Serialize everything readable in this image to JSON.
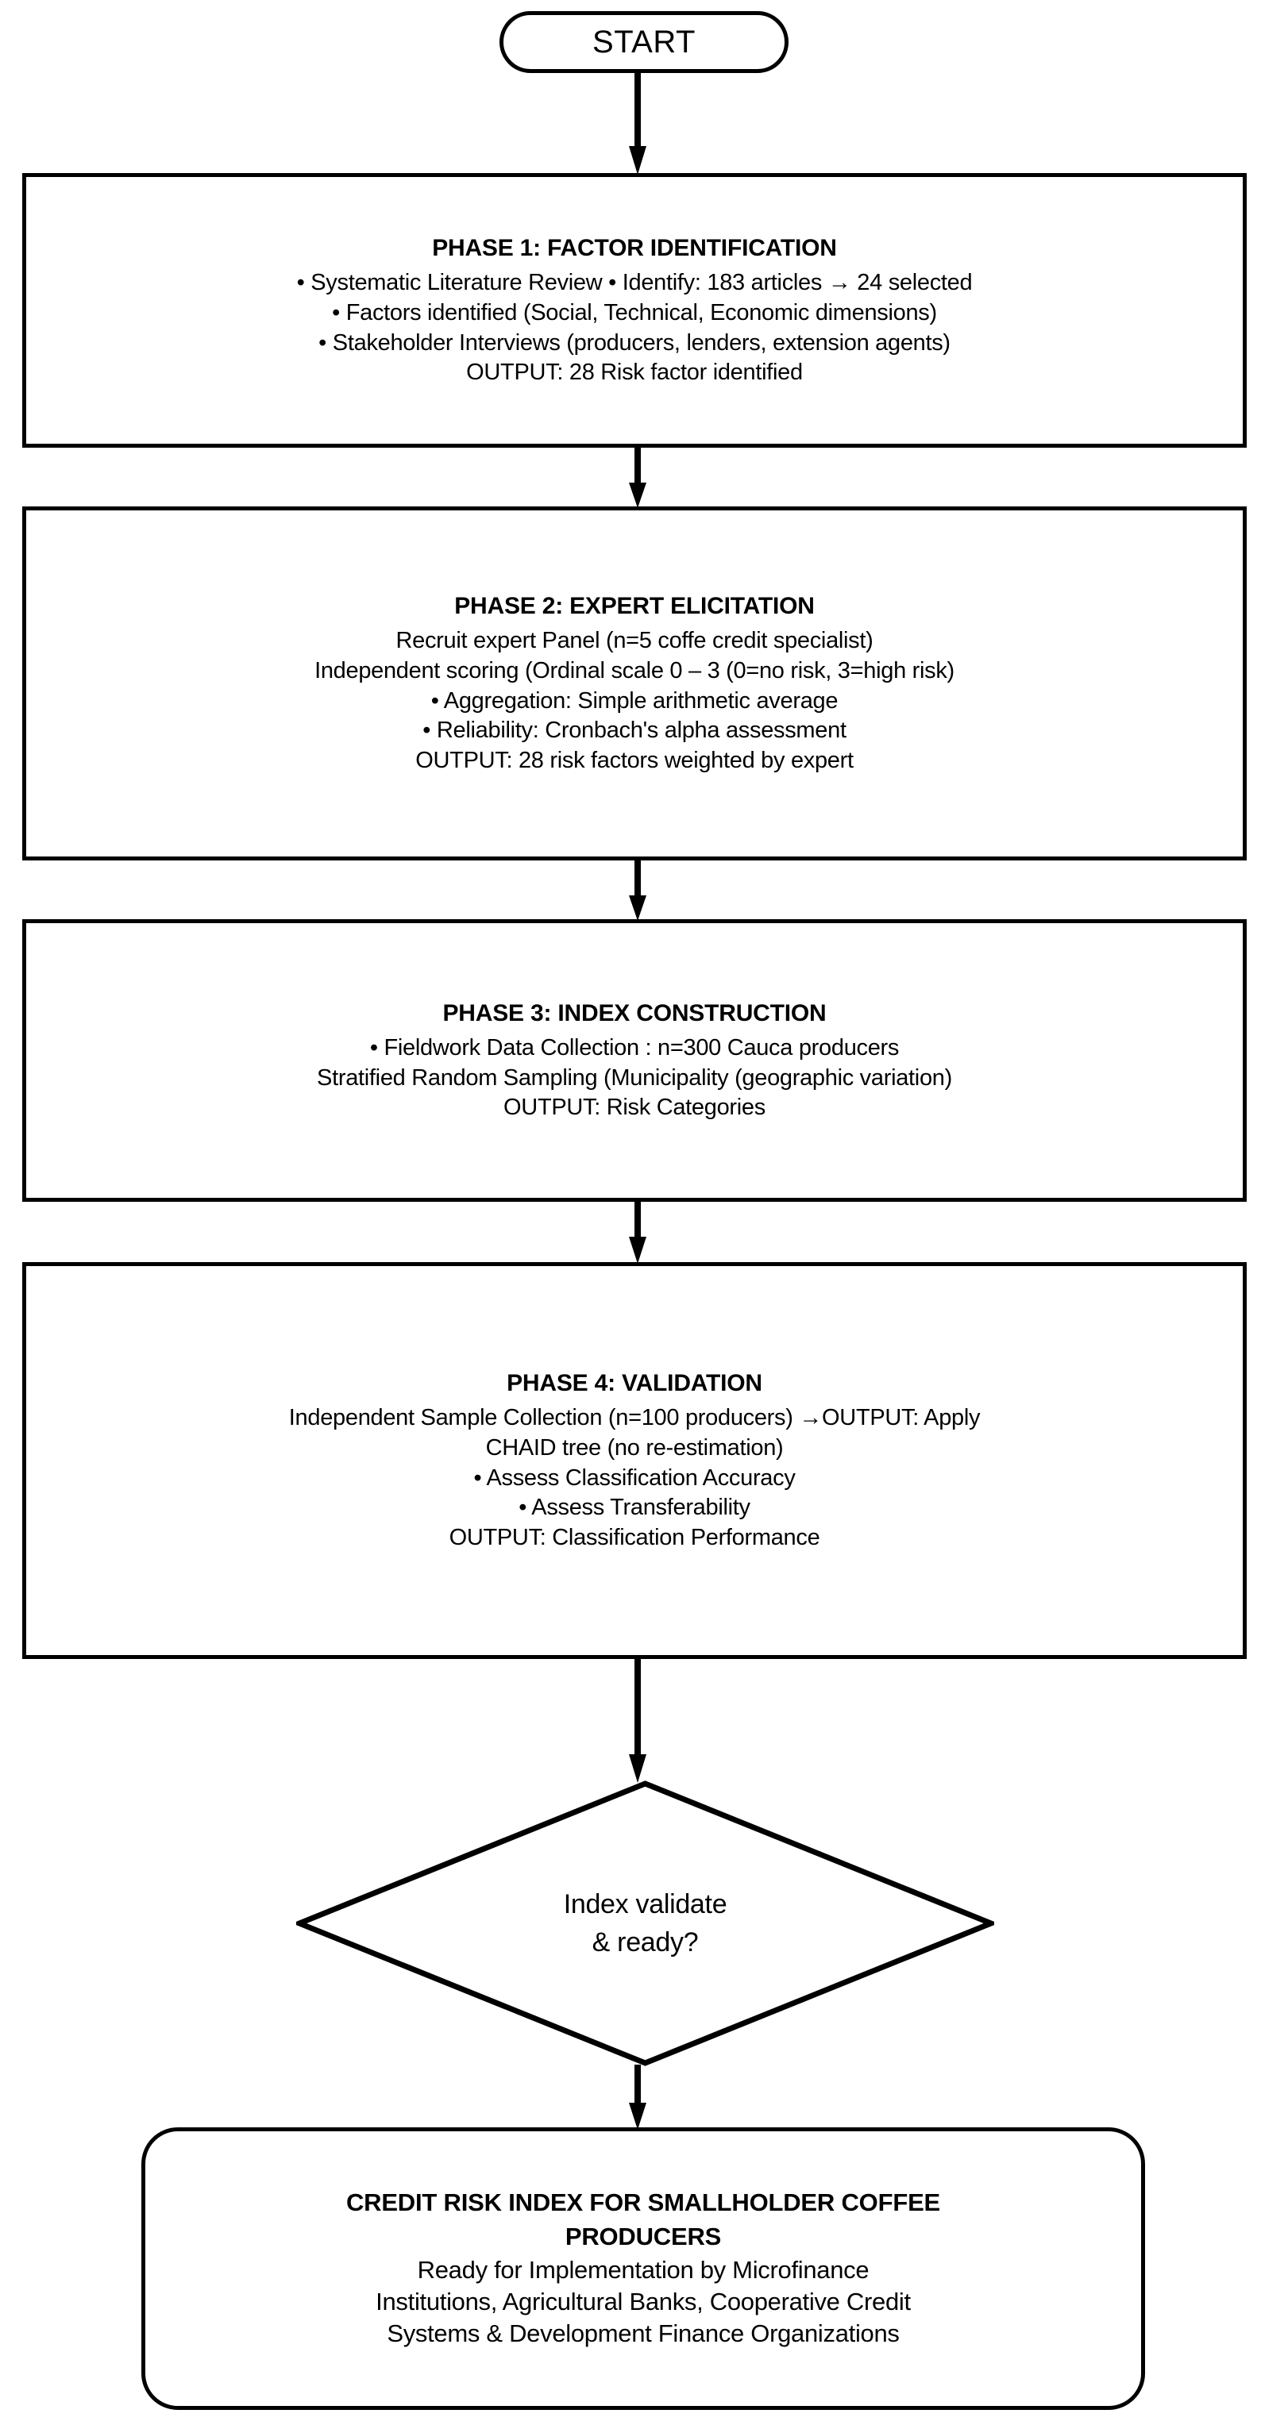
{
  "diagram": {
    "title": "Credit Risk Index Methodology Flowchart",
    "type": "flowchart",
    "orientation": "top-to-bottom",
    "stroke_color": "#000000",
    "fill_color": "#FFFFFF"
  },
  "start": {
    "label": "START",
    "shape": "terminator"
  },
  "phase1": {
    "title": "PHASE 1: FACTOR IDENTIFICATION",
    "lines": [
      "• Systematic Literature Review • Identify: 183 articles → 24 selected",
      "•   Factors identified  (Social, Technical, Economic dimensions)",
      "• Stakeholder Interviews  (producers, lenders, extension agents)",
      "OUTPUT: 28 Risk factor identified"
    ]
  },
  "phase2": {
    "title": "PHASE 2: EXPERT ELICITATION",
    "lines": [
      "Recruit expert Panel (n=5 coffe credit specialist)",
      "Independent scoring  (Ordinal scale 0 – 3 (0=no risk, 3=high risk)",
      "•    Aggregation: Simple arithmetic average",
      "•    Reliability:  Cronbach's alpha assessment",
      "OUTPUT: 28 risk factors weighted by expert"
    ]
  },
  "phase3": {
    "title": "PHASE 3: INDEX CONSTRUCTION",
    "lines": [
      "• Fieldwork Data Collection : n=300 Cauca producers",
      "Stratified Random Sampling (Municipality (geographic variation)",
      "OUTPUT: Risk Categories"
    ]
  },
  "phase4": {
    "title": "PHASE 4: VALIDATION",
    "lines": [
      "Independent Sample Collection (n=100 producers) →OUTPUT: Apply",
      "CHAID tree (no re-estimation)",
      "• Assess Classification Accuracy",
      "• Assess Transferability",
      "OUTPUT: Classification Performance"
    ]
  },
  "decision": {
    "shape": "diamond",
    "lines": [
      "Index validate",
      "& ready?"
    ]
  },
  "end": {
    "shape": "terminator",
    "title_lines": [
      "CREDIT RISK INDEX FOR SMALLHOLDER COFFEE",
      "PRODUCERS"
    ],
    "lines": [
      "Ready for Implementation by Microfinance",
      "Institutions,  Agricultural Banks, Cooperative Credit",
      "Systems  & Development Finance Organizations"
    ]
  },
  "connectors": {
    "start_to_phase1": "arrow-down",
    "phase1_to_phase2": "arrow-down",
    "phase2_to_phase3": "arrow-down",
    "phase3_to_phase4": "arrow-down",
    "phase4_to_decision": "arrow-down",
    "decision_to_end": "arrow-down"
  }
}
